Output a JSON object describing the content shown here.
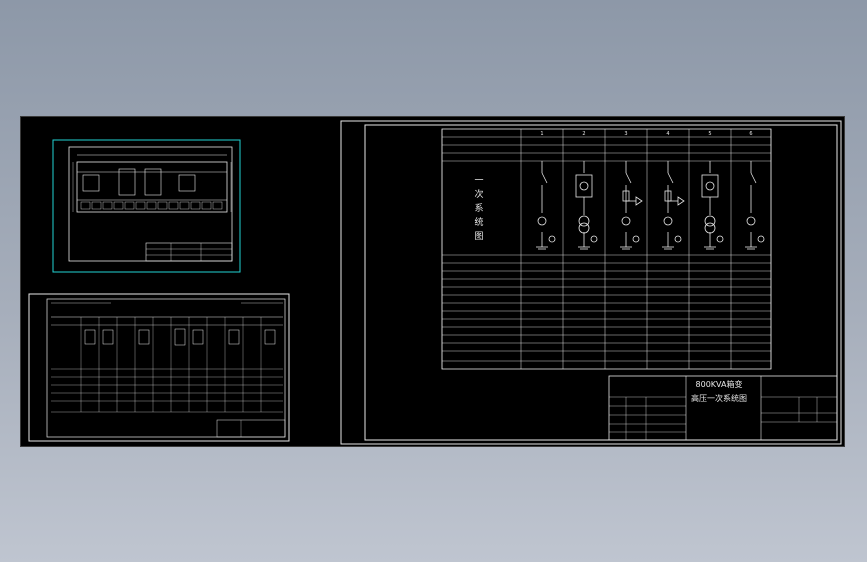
{
  "colors": {
    "background_gradient_top": "#8d98a8",
    "canvas": "#000000",
    "line": "#e8e8e8",
    "accent_cyan": "#22d3d3"
  },
  "main_drawing": {
    "side_label": [
      "一",
      "次",
      "系",
      "统",
      "图"
    ],
    "title_block": {
      "title_line1": "800KVA箱变",
      "title_line2": "高压一次系统图"
    },
    "column_numbers": [
      "1",
      "2",
      "3",
      "4",
      "5",
      "6"
    ]
  }
}
